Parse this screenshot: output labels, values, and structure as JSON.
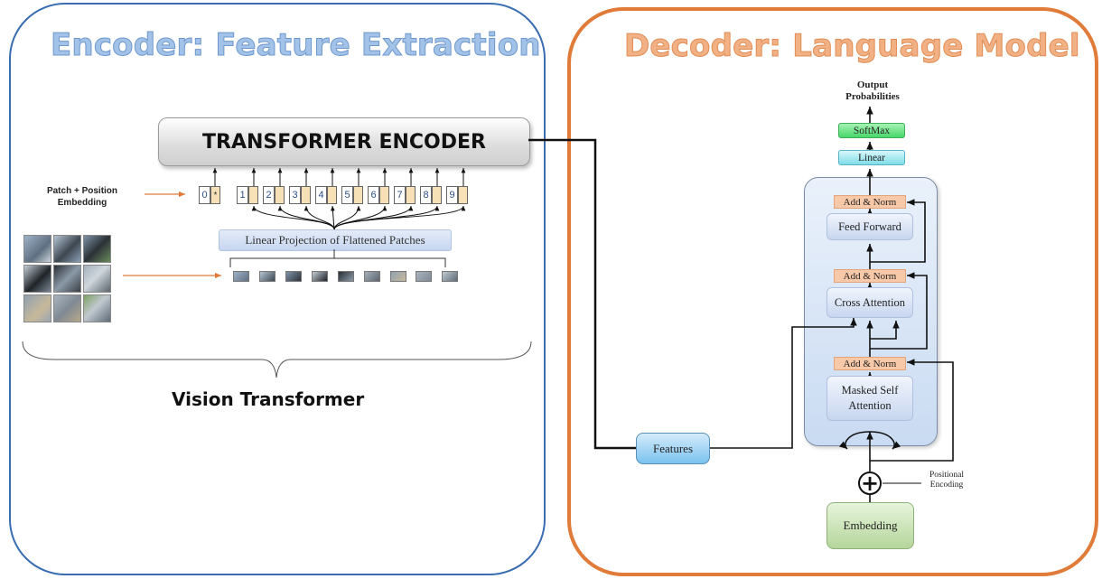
{
  "encoder": {
    "title": "Encoder: Feature Extraction",
    "block_label": "TRANSFORMER ENCODER",
    "embedding_label": "Patch + Position Embedding",
    "tokens": [
      "0",
      "1",
      "2",
      "3",
      "4",
      "5",
      "6",
      "7",
      "8",
      "9"
    ],
    "class_token_mark": "*",
    "projection_label": "Linear Projection of Flattened Patches",
    "footer_label": "Vision Transformer"
  },
  "decoder": {
    "title": "Decoder: Language Model",
    "output_label": "Output Probabilities",
    "softmax_label": "SoftMax",
    "linear_label": "Linear",
    "add_norm_label": "Add & Norm",
    "feed_forward_label": "Feed Forward",
    "cross_attention_label": "Cross Attention",
    "masked_self_attention_label": "Masked Self Attention",
    "positional_encoding_label": "Positional Encoding",
    "embedding_label": "Embedding",
    "features_label": "Features",
    "plus_symbol": "+"
  },
  "colors": {
    "encoder_border": "#3a6cb0",
    "decoder_border": "#e07b39",
    "encoder_title": "#a3c2e8",
    "decoder_title": "#f2b184",
    "token_position": "#f6e0b5",
    "add_norm": "#f8c9a9",
    "softmax": "#48d76a",
    "linear": "#7fdbe8",
    "embedding": "#b5d69b",
    "features": "#79c2ee",
    "arrow_orange": "#e07b39"
  }
}
